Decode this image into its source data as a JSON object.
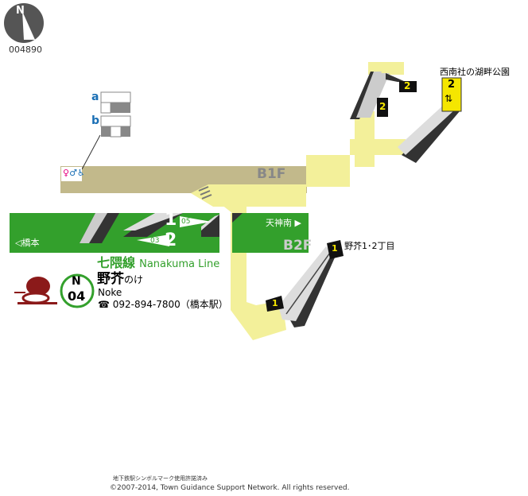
{
  "compass": {
    "letter": "N",
    "code": "004890",
    "icon": "north-arrow-icon"
  },
  "floors": {
    "b1f": "B1F",
    "b2f": "B2F"
  },
  "line": {
    "name_ja": "七隈線",
    "name_en": "Nanakuma Line",
    "color": "#33a02c"
  },
  "station": {
    "number_line": "N",
    "number": "04",
    "name_ja": "野芥",
    "name_kana": "のけ",
    "name_en": "Noke",
    "phone": "092-894-7800（橋本駅）",
    "phone_icon": "telephone-icon"
  },
  "platform": {
    "track1": "1",
    "track2": "2",
    "track1_next": "05",
    "track2_next": "03",
    "left_direction": "◁橋本",
    "right_direction": "天神南 ▶"
  },
  "facilities": {
    "gate_a": "a",
    "gate_b": "b",
    "toilet_icons": "restroom-icon"
  },
  "exits": [
    {
      "number": "2",
      "label": "西南社の湖畔公園",
      "elevator": true
    },
    {
      "number": "2",
      "label": ""
    },
    {
      "number": "2",
      "label": ""
    },
    {
      "number": "1",
      "label": "野芥1･2丁目"
    },
    {
      "number": "1",
      "label": ""
    }
  ],
  "footer": {
    "permission": "地下鉄駅シンボルマーク使用許諾済み",
    "copyright": "©2007-2014, Town Guidance Support Network. All rights reserved."
  },
  "colors": {
    "concourse": "#c2b98b",
    "passage": "#f3f09a",
    "platform": "#33a02c",
    "exit_badge": "#111111",
    "exit_number": "#f5e600"
  }
}
